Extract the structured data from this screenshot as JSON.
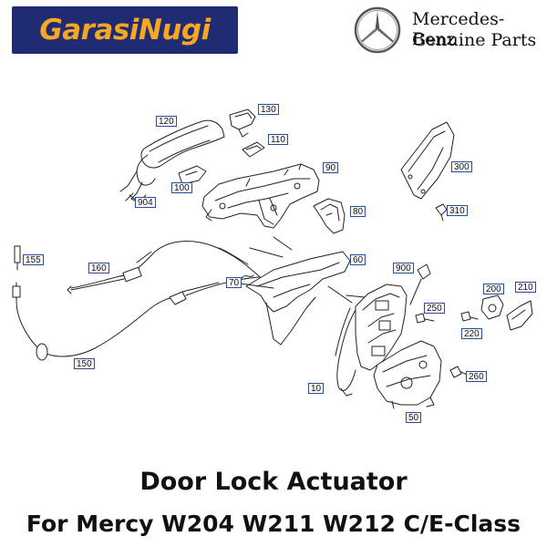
{
  "brand": {
    "name": "GarasiNugi",
    "color": "#f5a623",
    "background": "#1f2b73"
  },
  "manufacturer": {
    "name": "Mercedes-Benz",
    "subtitle": "Genuine Parts",
    "emblem": "mercedes-star-icon"
  },
  "diagram": {
    "part_numbers": {
      "p120": "120",
      "p130": "130",
      "p110": "110",
      "p90": "90",
      "p100": "100",
      "p904": "904",
      "p300": "300",
      "p310": "310",
      "p80": "80",
      "p155": "155",
      "p160": "160",
      "p60": "60",
      "p900": "900",
      "p70": "70",
      "p200": "200",
      "p210": "210",
      "p250": "250",
      "p220": "220",
      "p150": "150",
      "p260": "260",
      "p10": "10",
      "p50": "50"
    },
    "line_color": "#222222",
    "label_border_color": "#2b4c99"
  },
  "caption": {
    "title": "Door Lock Actuator",
    "subtitle": "For Mercy W204 W211 W212 C/E-Class"
  }
}
